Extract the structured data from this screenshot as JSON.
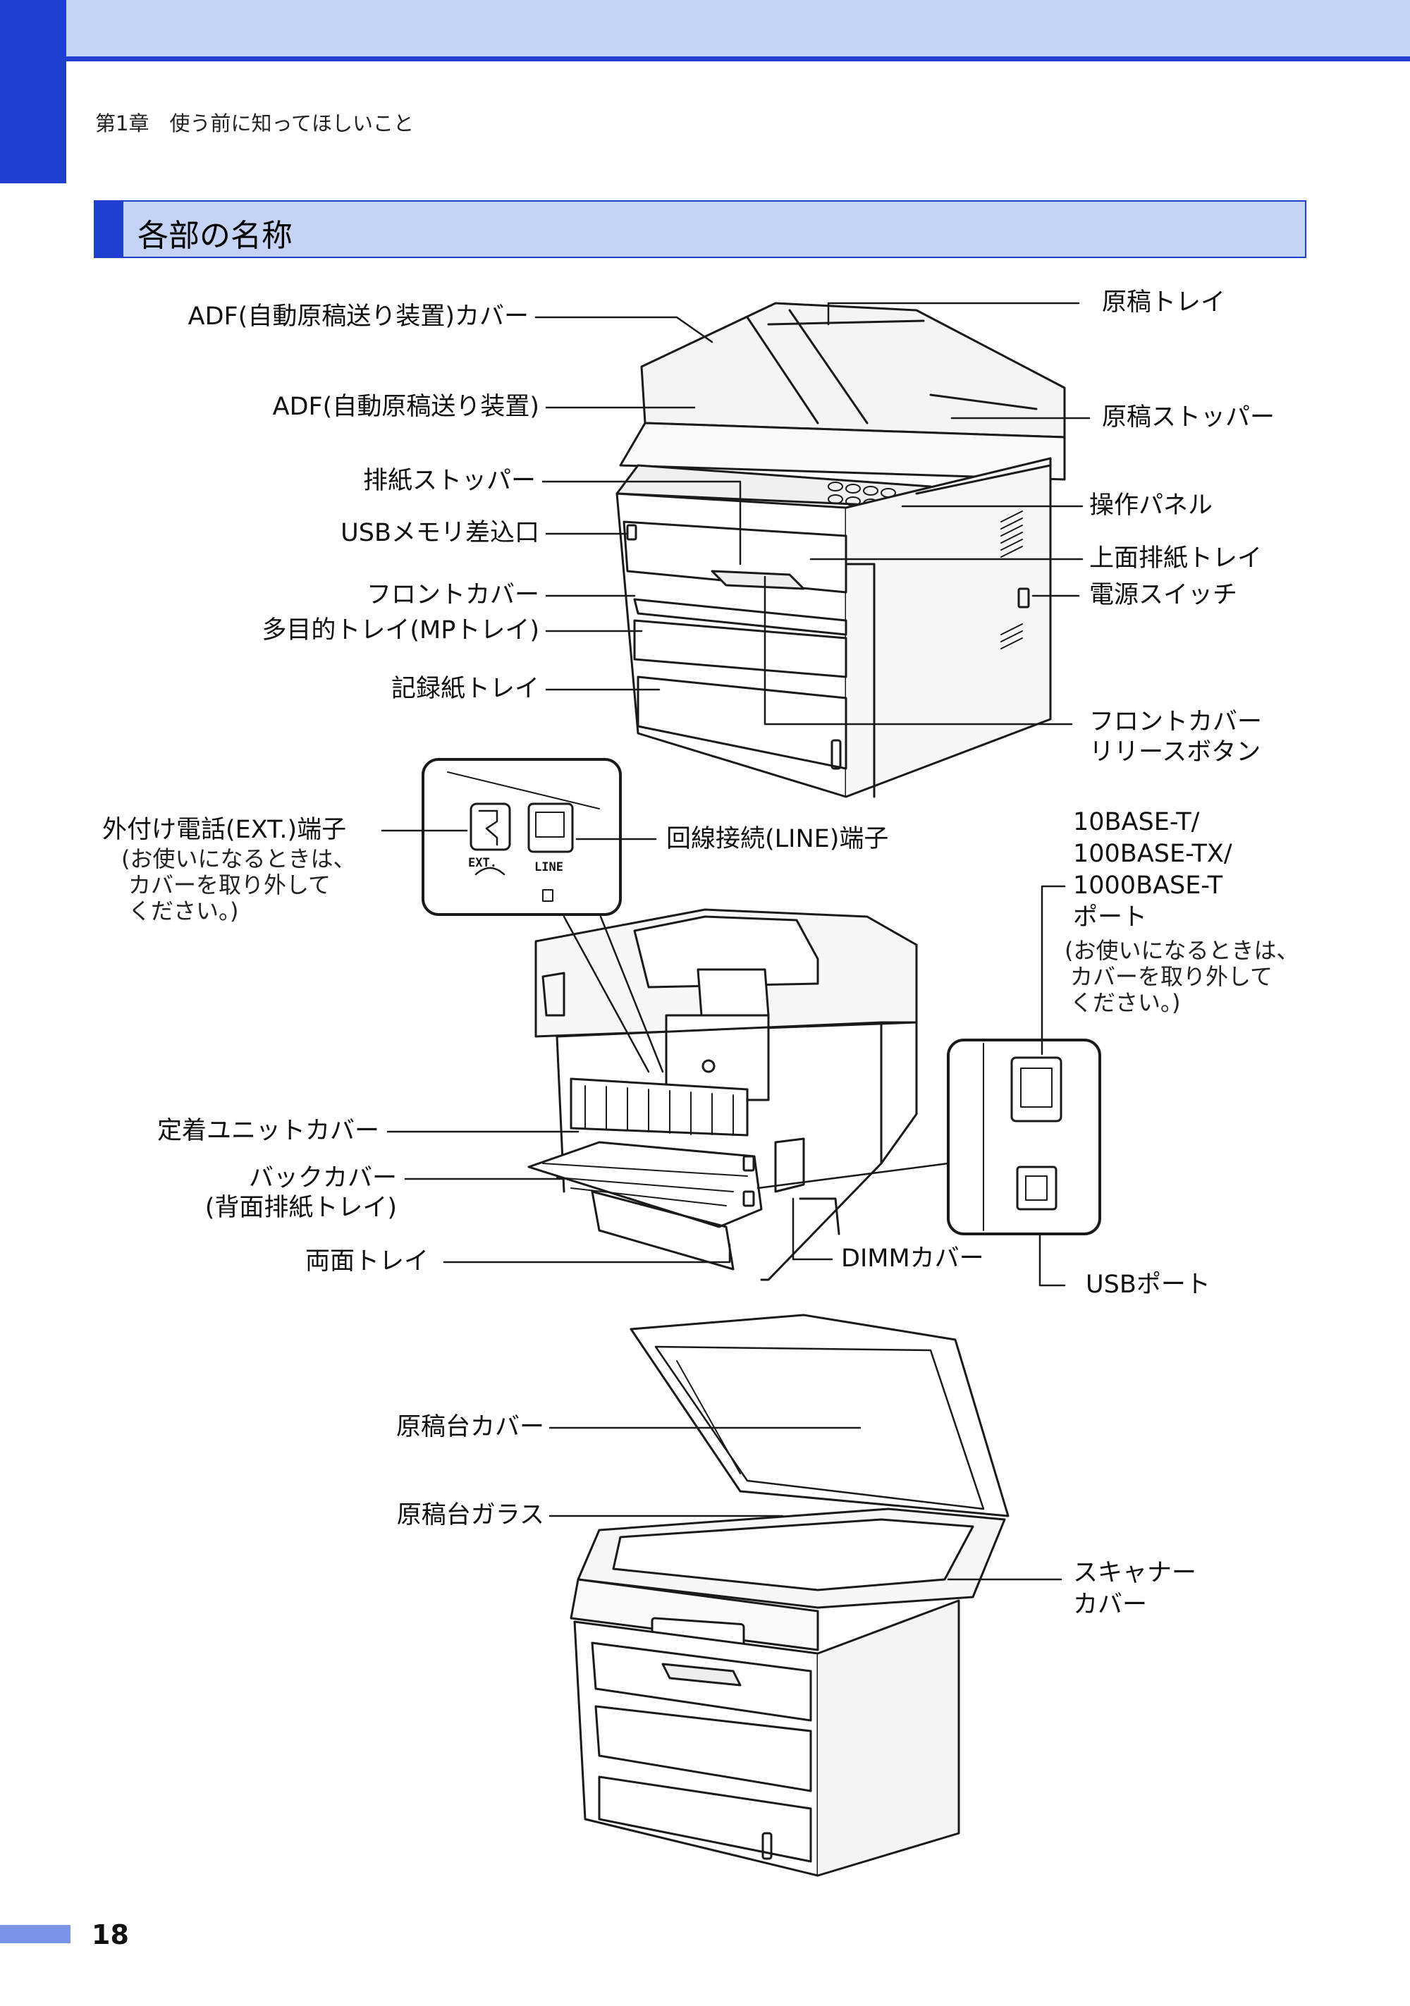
{
  "header": {
    "chapter": "第1章　使う前に知ってほしいこと"
  },
  "section": {
    "title": "各部の名称"
  },
  "labels": {
    "adf_cover": "ADF(自動原稿送り装置)カバー",
    "adf": "ADF(自動原稿送り装置)",
    "output_stopper": "排紙ストッパー",
    "usb_memory": "USBメモリ差込口",
    "front_cover": "フロントカバー",
    "mp_tray": "多目的トレイ(MPトレイ)",
    "paper_tray": "記録紙トレイ",
    "doc_tray": "原稿トレイ",
    "doc_stopper": "原稿ストッパー",
    "control_panel": "操作パネル",
    "top_output_tray": "上面排紙トレイ",
    "power_switch": "電源スイッチ",
    "front_release_1": "フロントカバー",
    "front_release_2": "リリースボタン",
    "ext_port": "外付け電話(EXT.)端子",
    "line_port": "回線接続(LINE)端子",
    "lan_1": "10BASE-T/",
    "lan_2": "100BASE-TX/",
    "lan_3": "1000BASE-T",
    "lan_4": "ポート",
    "fuser_cover": "定着ユニットカバー",
    "back_cover": "バックカバー",
    "back_cover_sub": "(背面排紙トレイ)",
    "duplex_tray": "両面トレイ",
    "dimm_cover": "DIMMカバー",
    "usb_port": "USBポート",
    "doc_cover": "原稿台カバー",
    "doc_glass": "原稿台ガラス",
    "scanner_1": "スキャナー",
    "scanner_2": "カバー"
  },
  "notes": {
    "ext_1": "(お使いになるときは、",
    "ext_2": "カバーを取り外して",
    "ext_3": "ください。)",
    "lan_1": "(お使いになるときは、",
    "lan_2": "カバーを取り外して",
    "lan_3": "ください。)"
  },
  "inset": {
    "ext_text": "EXT.",
    "line_text": "LINE"
  },
  "footer": {
    "page_number": "18"
  }
}
